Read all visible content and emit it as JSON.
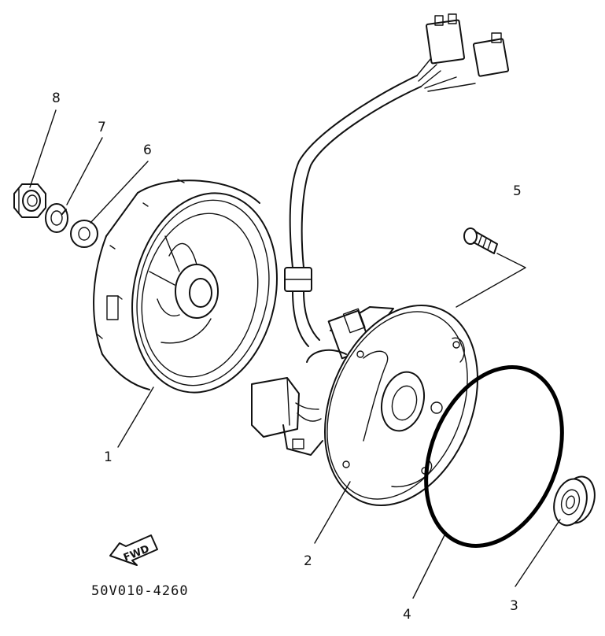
{
  "callouts": [
    {
      "id": "1",
      "text": "1"
    },
    {
      "id": "2",
      "text": "2"
    },
    {
      "id": "3",
      "text": "3"
    },
    {
      "id": "4",
      "text": "4"
    },
    {
      "id": "5",
      "text": "5"
    },
    {
      "id": "6",
      "text": "6"
    },
    {
      "id": "7",
      "text": "7"
    },
    {
      "id": "8",
      "text": "8"
    }
  ],
  "fwd_arrow": {
    "text": "FWD"
  },
  "drawing_code": "50V010-4260"
}
